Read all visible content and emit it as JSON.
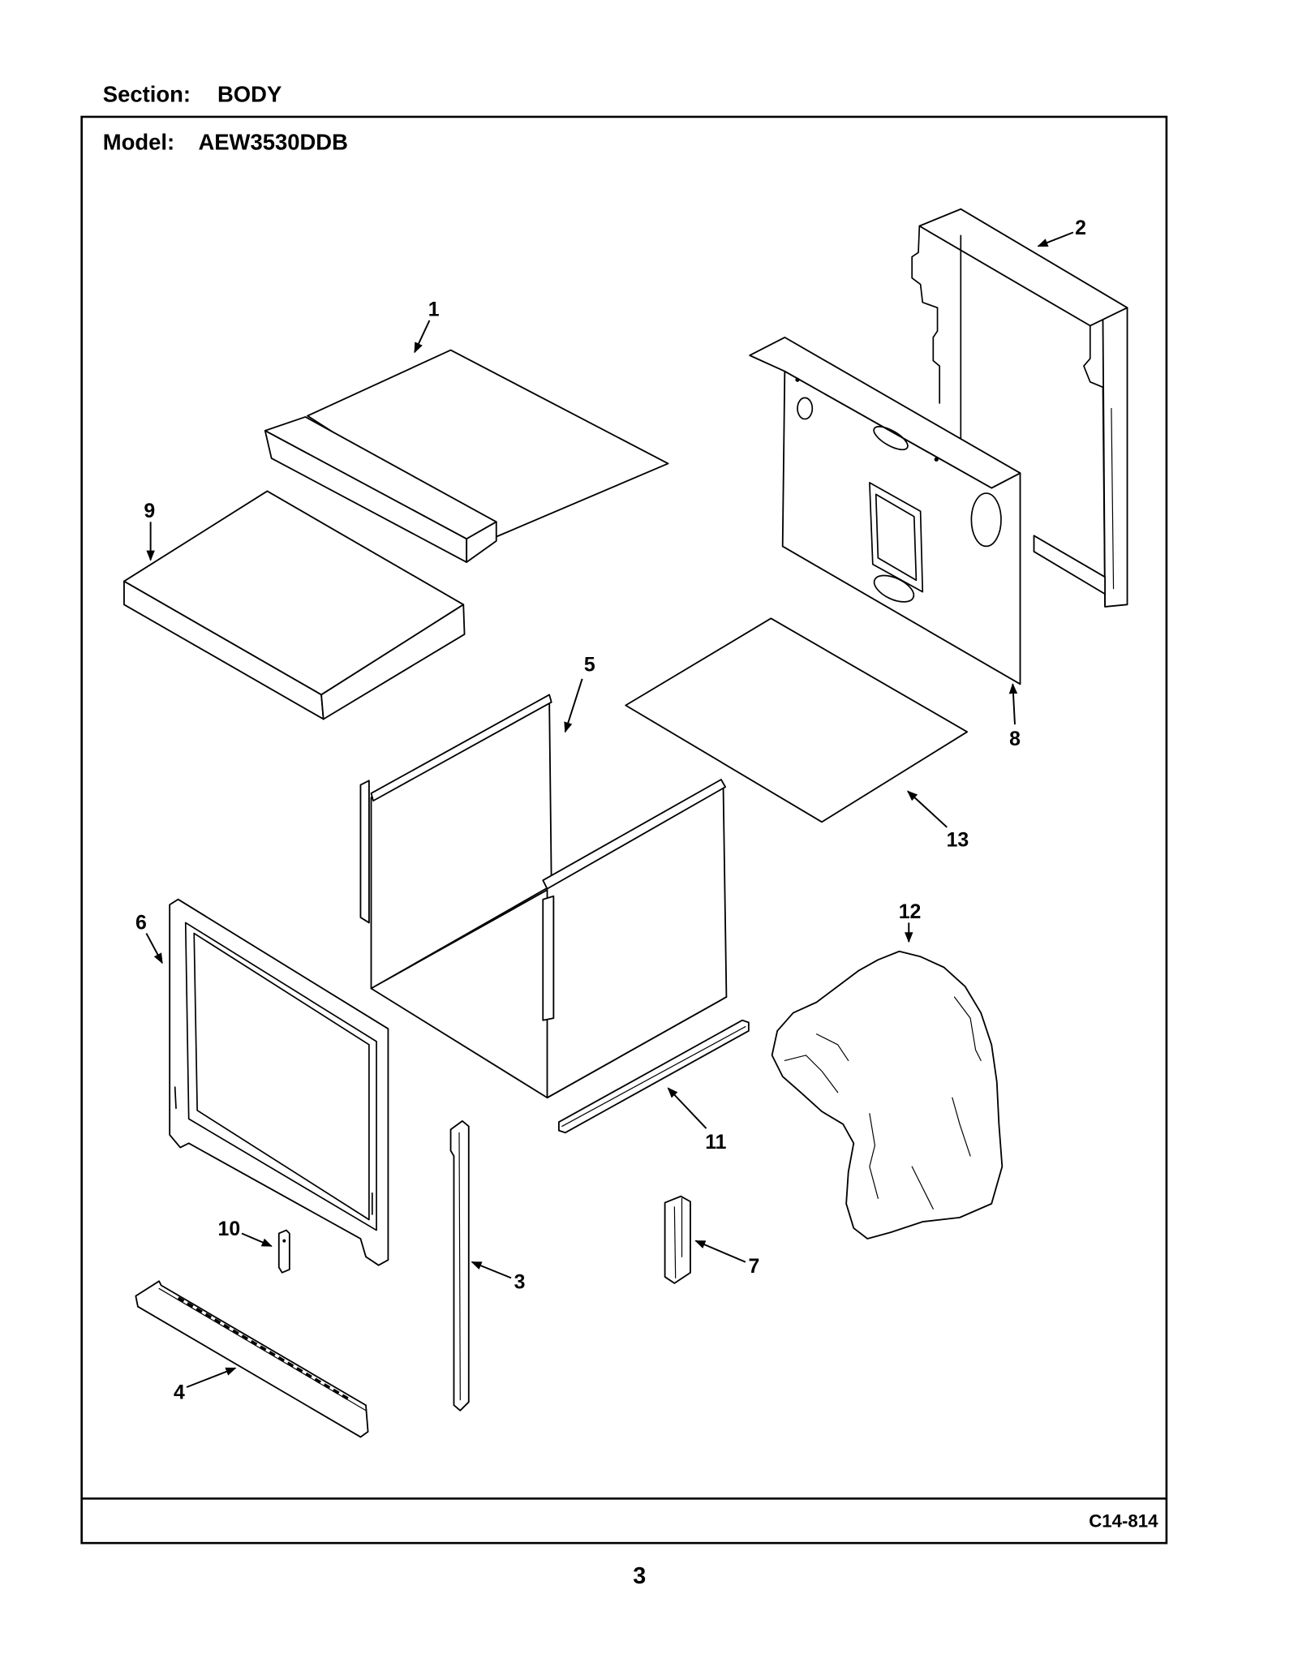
{
  "header": {
    "section_label": "Section:",
    "section_name": "BODY"
  },
  "diagram": {
    "model_label": "Model:",
    "model_number": "AEW3530DDB",
    "figure_code": "C14-814"
  },
  "callouts": [
    "1",
    "2",
    "3",
    "4",
    "5",
    "6",
    "7",
    "8",
    "9",
    "10",
    "11",
    "12",
    "13"
  ],
  "page_number": "3"
}
